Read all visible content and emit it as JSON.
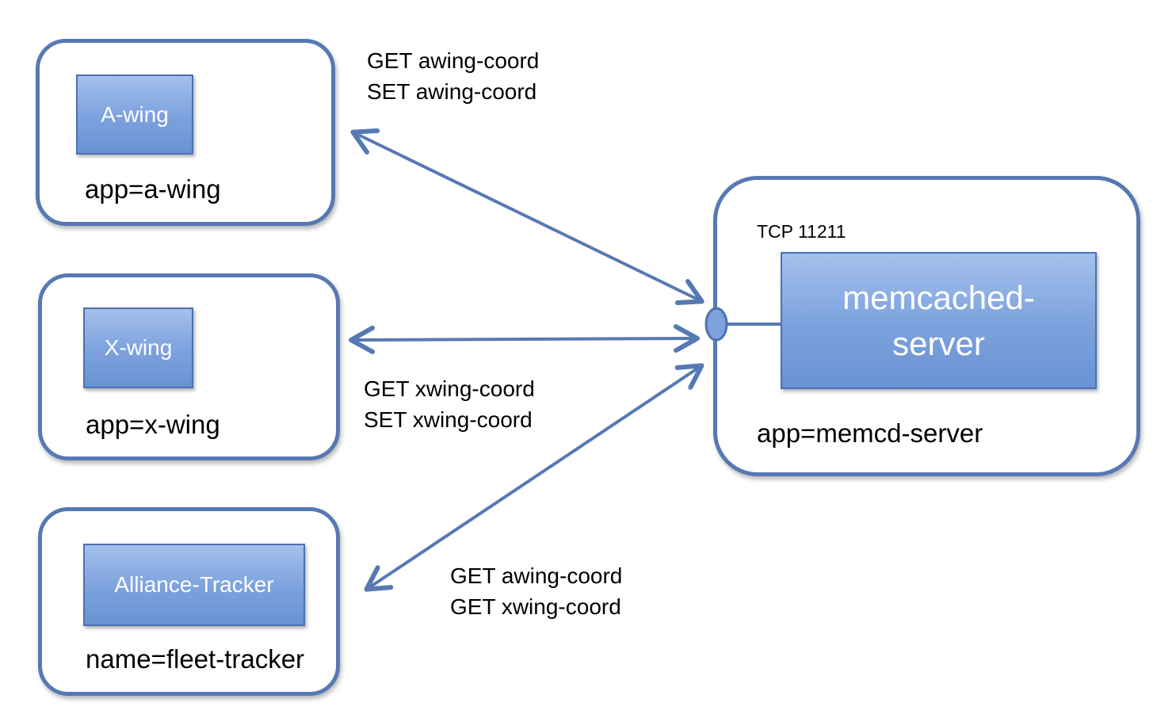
{
  "pods": {
    "awing": {
      "app": "A-wing",
      "label": "app=a-wing"
    },
    "xwing": {
      "app": "X-wing",
      "label": "app=x-wing"
    },
    "tracker": {
      "app": "Alliance-Tracker",
      "label": "name=fleet-tracker"
    },
    "memcd": {
      "app": "memcached-\nserver",
      "label": "app=memcd-server",
      "port": "TCP 11211"
    }
  },
  "messages": {
    "awing": "GET awing-coord\nSET awing-coord",
    "xwing": "GET xwing-coord\nSET xwing-coord",
    "tracker": "GET awing-coord\nGET xwing-coord"
  },
  "colors": {
    "line": "#5679b3",
    "box_top": "#a4c0ec",
    "box_bottom": "#6a92d4"
  }
}
